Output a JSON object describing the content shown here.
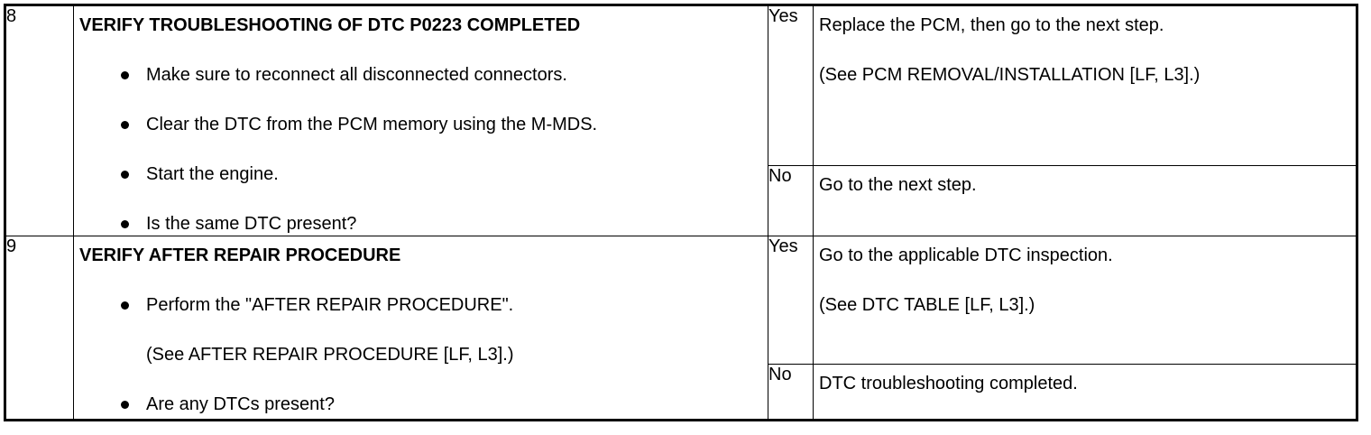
{
  "steps": [
    {
      "number": "8",
      "title": "VERIFY TROUBLESHOOTING OF DTC P0223 COMPLETED",
      "bullets": [
        "Make sure to reconnect all disconnected connectors.",
        "Clear the DTC from the PCM memory using the M-MDS.",
        "Start the engine.",
        "Is the same DTC present?"
      ],
      "yes_label": "Yes",
      "yes_lines": [
        "Replace the PCM, then go to the next step.",
        "(See PCM REMOVAL/INSTALLATION [LF, L3].)"
      ],
      "no_label": "No",
      "no_lines": [
        "Go to the next step."
      ]
    },
    {
      "number": "9",
      "title": "VERIFY AFTER REPAIR PROCEDURE",
      "bullets": [
        "Perform the \"AFTER REPAIR PROCEDURE\".",
        "(See AFTER REPAIR PROCEDURE [LF, L3].)",
        "Are any DTCs present?"
      ],
      "yes_label": "Yes",
      "yes_lines": [
        "Go to the applicable DTC inspection.",
        "(See DTC TABLE [LF, L3].)"
      ],
      "no_label": "No",
      "no_lines": [
        "DTC troubleshooting completed."
      ]
    }
  ]
}
